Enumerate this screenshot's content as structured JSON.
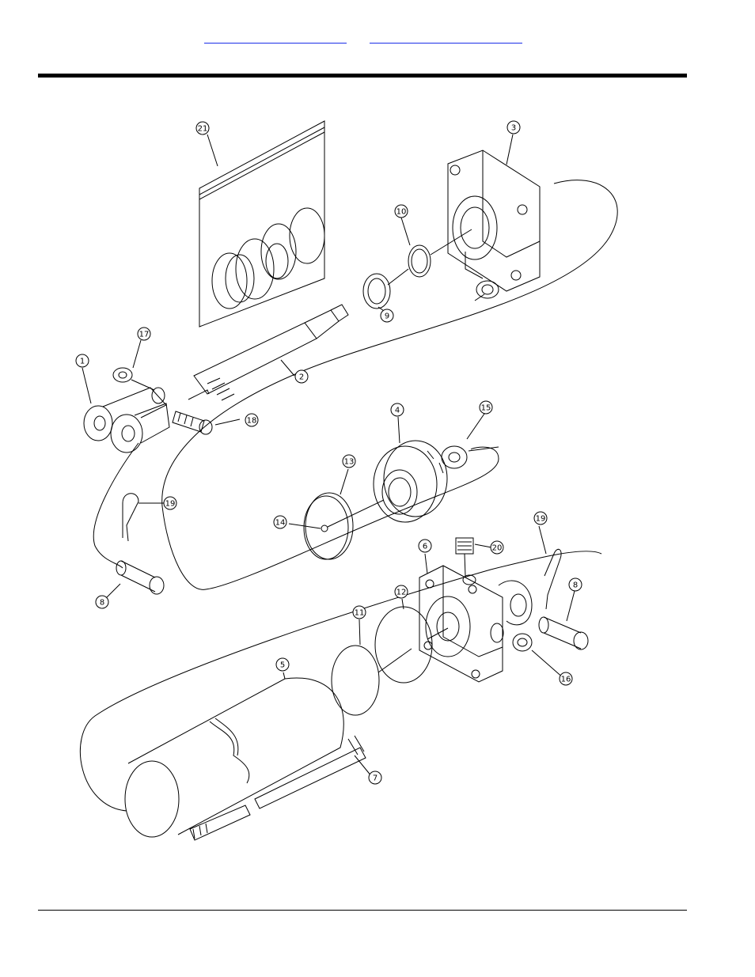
{
  "header": {
    "links": [
      "",
      ""
    ]
  },
  "diagram": {
    "callouts": [
      {
        "id": "c1",
        "label": "1"
      },
      {
        "id": "c2",
        "label": "2"
      },
      {
        "id": "c3",
        "label": "3"
      },
      {
        "id": "c4",
        "label": "4"
      },
      {
        "id": "c5",
        "label": "5"
      },
      {
        "id": "c6",
        "label": "6"
      },
      {
        "id": "c7",
        "label": "7"
      },
      {
        "id": "c8a",
        "label": "8"
      },
      {
        "id": "c8b",
        "label": "8"
      },
      {
        "id": "c9",
        "label": "9"
      },
      {
        "id": "c10",
        "label": "10"
      },
      {
        "id": "c11",
        "label": "11"
      },
      {
        "id": "c12",
        "label": "12"
      },
      {
        "id": "c13",
        "label": "13"
      },
      {
        "id": "c14",
        "label": "14"
      },
      {
        "id": "c15",
        "label": "15"
      },
      {
        "id": "c16",
        "label": "16"
      },
      {
        "id": "c17",
        "label": "17"
      },
      {
        "id": "c18",
        "label": "18"
      },
      {
        "id": "c19a",
        "label": "19"
      },
      {
        "id": "c19b",
        "label": "19"
      },
      {
        "id": "c20",
        "label": "20"
      },
      {
        "id": "c21",
        "label": "21"
      }
    ]
  }
}
